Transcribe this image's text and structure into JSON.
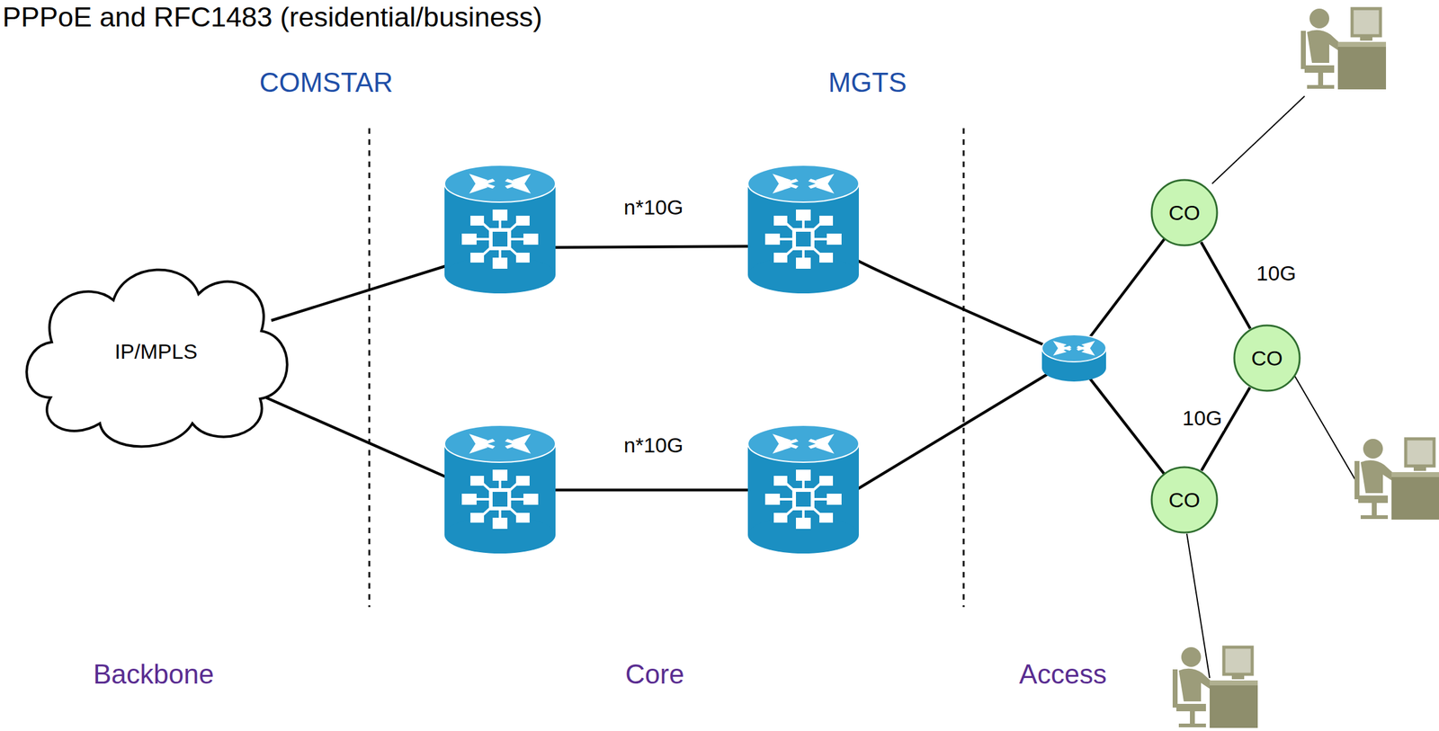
{
  "diagram": {
    "nodes": [
      {
        "text": [
          "IP/MPLS"
        ]
      },
      {
        "text": [
          "CO"
        ]
      },
      {
        "text": [
          "CO"
        ]
      },
      {
        "text": [
          "CO"
        ]
      }
    ],
    "edges": [
      {
        "from": 1,
        "to": 2,
        "label": "10G",
        "arrow": "none"
      },
      {
        "from": 2,
        "to": 3,
        "label": "10G",
        "arrow": "none"
      }
    ],
    "labels": [
      "PPPoE and RFC1483 (residential/business)",
      "COMSTAR",
      "MGTS",
      "n*10G",
      "n*10G",
      "Backbone",
      "Core",
      "Access"
    ]
  }
}
